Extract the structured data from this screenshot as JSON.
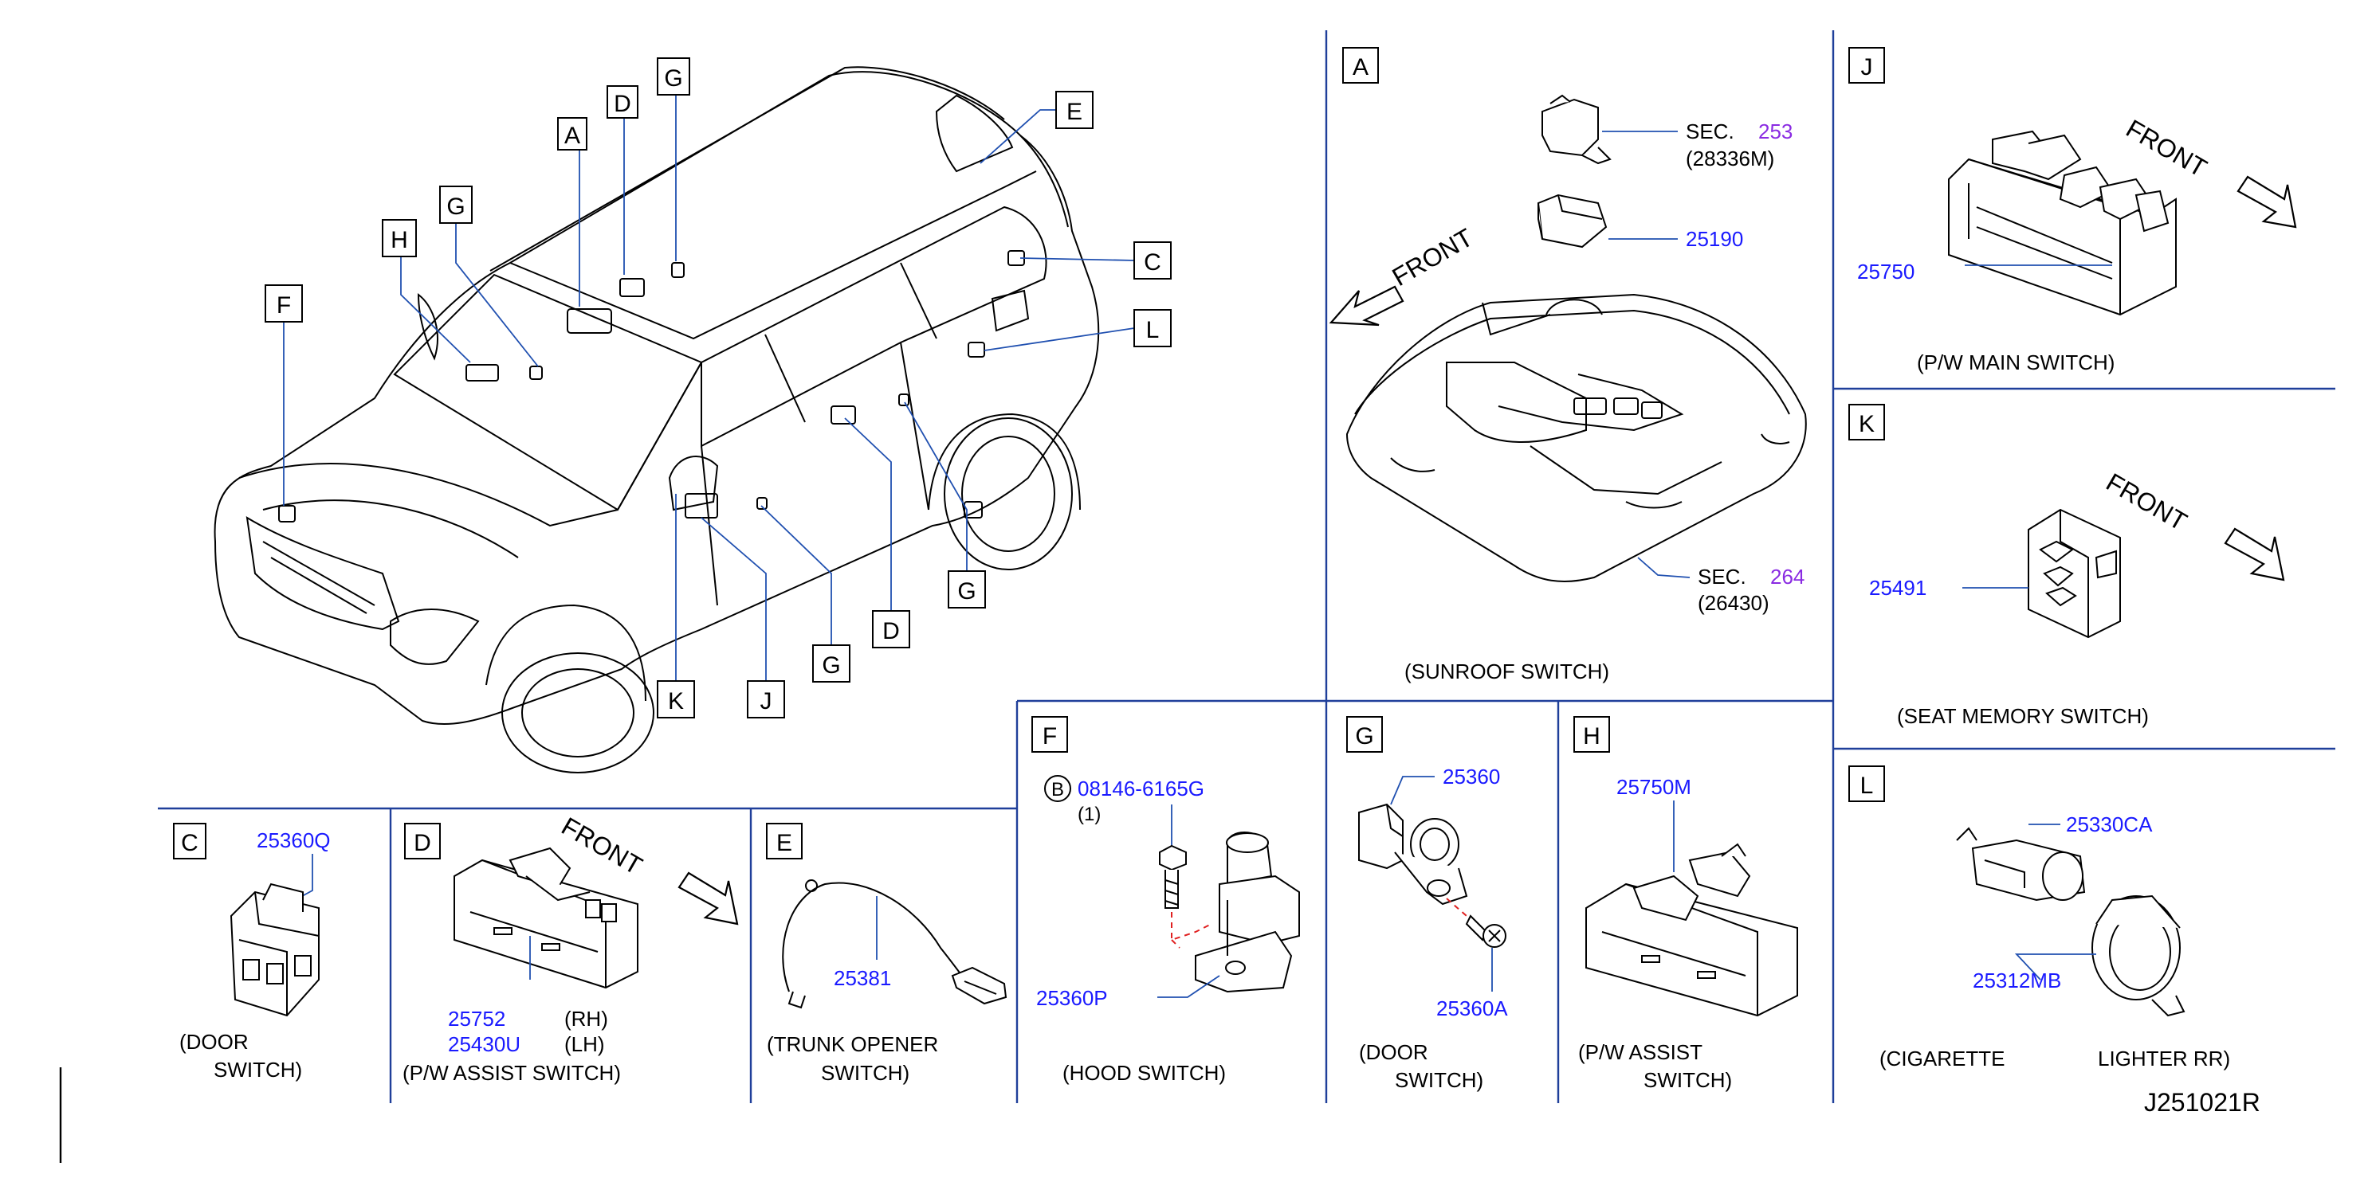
{
  "diagram_code": "J251021R",
  "colors": {
    "line": "#000000",
    "divider": "#1f3f9a",
    "part_blue": "#1a1aff",
    "sec_purple": "#8a2be2",
    "leader_blue": "#2050b0",
    "dashed_red": "#e02020"
  },
  "overview": {
    "callouts": [
      "A",
      "D",
      "G",
      "G",
      "H",
      "F",
      "E",
      "C",
      "L",
      "G",
      "D",
      "G",
      "K",
      "J"
    ]
  },
  "panels": {
    "A": {
      "letter": "A",
      "sec1": "SEC.",
      "sec1_num": "253",
      "sec1_ref": "(28336M)",
      "part": "25190",
      "front": "FRONT",
      "sec2": "SEC.",
      "sec2_num": "264",
      "sec2_ref": "(26430)",
      "caption": "(SUNROOF   SWITCH)"
    },
    "J": {
      "letter": "J",
      "front": "FRONT",
      "part": "25750",
      "caption": "(P/W   MAIN   SWITCH)"
    },
    "K": {
      "letter": "K",
      "front": "FRONT",
      "part": "25491",
      "caption": "(SEAT   MEMORY   SWITCH)"
    },
    "L": {
      "letter": "L",
      "part1": "25330CA",
      "part2": "25312MB",
      "caption1": "(CIGARETTE",
      "caption2": "LIGHTER   RR)"
    },
    "C": {
      "letter": "C",
      "part": "25360Q",
      "caption1": "(DOOR",
      "caption2": "SWITCH)"
    },
    "D": {
      "letter": "D",
      "front": "FRONT",
      "part1": "25752",
      "part1_side": "(RH)",
      "part2": "25430U",
      "part2_side": "(LH)",
      "caption": "(P/W   ASSIST   SWITCH)"
    },
    "E": {
      "letter": "E",
      "part": "25381",
      "caption1": "(TRUNK   OPENER",
      "caption2": "SWITCH)"
    },
    "F": {
      "letter": "F",
      "bolt_badge": "B",
      "bolt": "08146-6165G",
      "qty": "(1)",
      "part": "25360P",
      "caption": "(HOOD   SWITCH)"
    },
    "G": {
      "letter": "G",
      "part1": "25360",
      "part2": "25360A",
      "caption1": "(DOOR",
      "caption2": "SWITCH)"
    },
    "H": {
      "letter": "H",
      "part": "25750M",
      "caption1": "(P/W   ASSIST",
      "caption2": "SWITCH)"
    }
  }
}
